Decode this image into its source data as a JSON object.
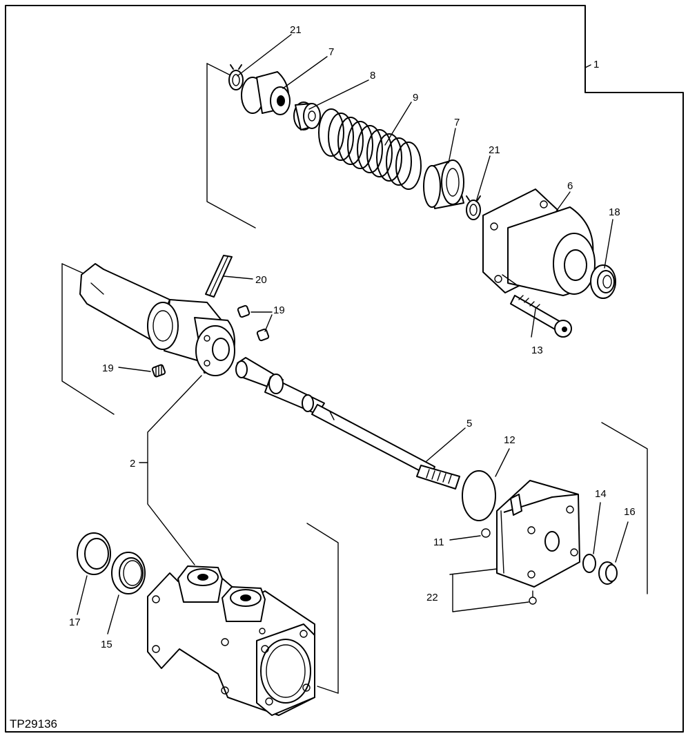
{
  "figure_code": "TP29136",
  "callouts": {
    "c1": "1",
    "c2": "2",
    "c5": "5",
    "c6": "6",
    "c7a": "7",
    "c7b": "7",
    "c8": "8",
    "c9": "9",
    "c11": "11",
    "c12": "12",
    "c13": "13",
    "c14": "14",
    "c15": "15",
    "c16": "16",
    "c17": "17",
    "c18": "18",
    "c19a": "19",
    "c19b": "19",
    "c20": "20",
    "c21a": "21",
    "c21b": "21",
    "c22": "22"
  }
}
